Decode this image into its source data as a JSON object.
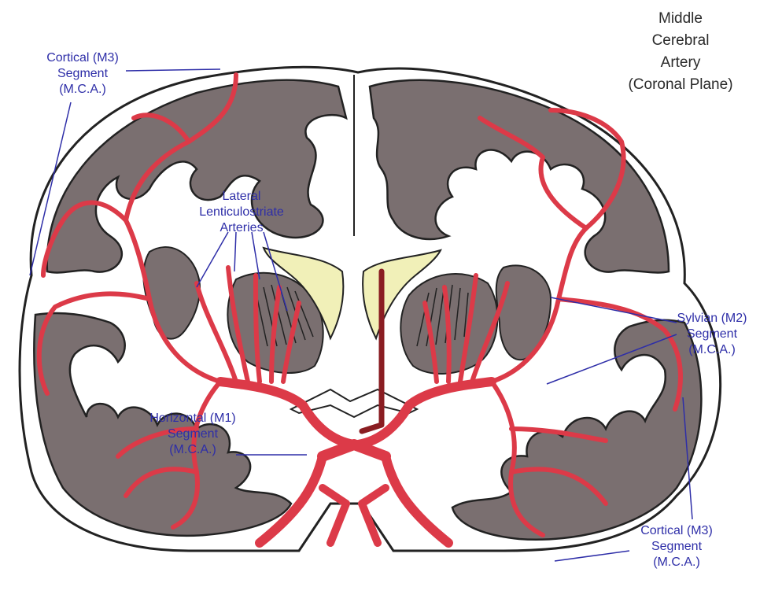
{
  "title": {
    "lines": [
      "Middle",
      "Cerebral",
      "Artery",
      "(Coronal Plane)"
    ]
  },
  "labels": {
    "cortical_top": {
      "line1": "Cortical (M3)",
      "line2": "Segment",
      "line3": "(M.C.A.)"
    },
    "lenticulostriate": {
      "line1": "Lateral",
      "line2": "Lenticulostriate",
      "line3": "Arteries"
    },
    "sylvian": {
      "line1": "Sylvian (M2)",
      "line2": "Segment",
      "line3": "(M.C.A.)"
    },
    "horizontal": {
      "line1": "Horizontal (M1)",
      "line2": "Segment",
      "line3": "(M.C.A.)"
    },
    "cortical_bottom": {
      "line1": "Cortical (M3)",
      "line2": "Segment",
      "line3": "(M.C.A.)"
    }
  },
  "colors": {
    "gray_matter": "#7a6f70",
    "artery": "#dc3a48",
    "label_text": "#2e2ea8",
    "ventricle": "#f1f0b8",
    "dark_vessel": "#8a1d22"
  }
}
